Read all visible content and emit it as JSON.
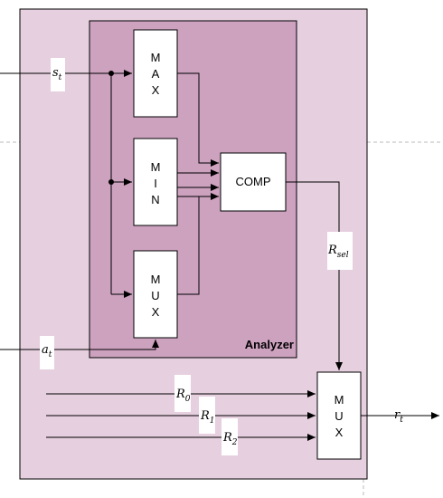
{
  "diagram": {
    "analyzer_label": "Analyzer",
    "blocks": {
      "max": [
        "M",
        "A",
        "X"
      ],
      "min": [
        "M",
        "I",
        "N"
      ],
      "mux_inner": [
        "M",
        "U",
        "X"
      ],
      "comp": "COMP",
      "mux_outer": [
        "M",
        "U",
        "X"
      ]
    },
    "signals": {
      "s_t": {
        "base": "s",
        "sub": "t"
      },
      "a_t": {
        "base": "a",
        "sub": "t"
      },
      "r_sel": {
        "base": "R",
        "sub": "sel"
      },
      "r0": {
        "base": "R",
        "sub": "0"
      },
      "r1": {
        "base": "R",
        "sub": "1"
      },
      "r2": {
        "base": "R",
        "sub": "2"
      },
      "r_t": {
        "base": "r",
        "sub": "t"
      }
    },
    "colors": {
      "outer_fill": "#e6cfdf",
      "analyzer_fill": "#cda2bf",
      "block_fill": "#ffffff",
      "stroke": "#000000",
      "guide": "#bbbbbb"
    }
  }
}
